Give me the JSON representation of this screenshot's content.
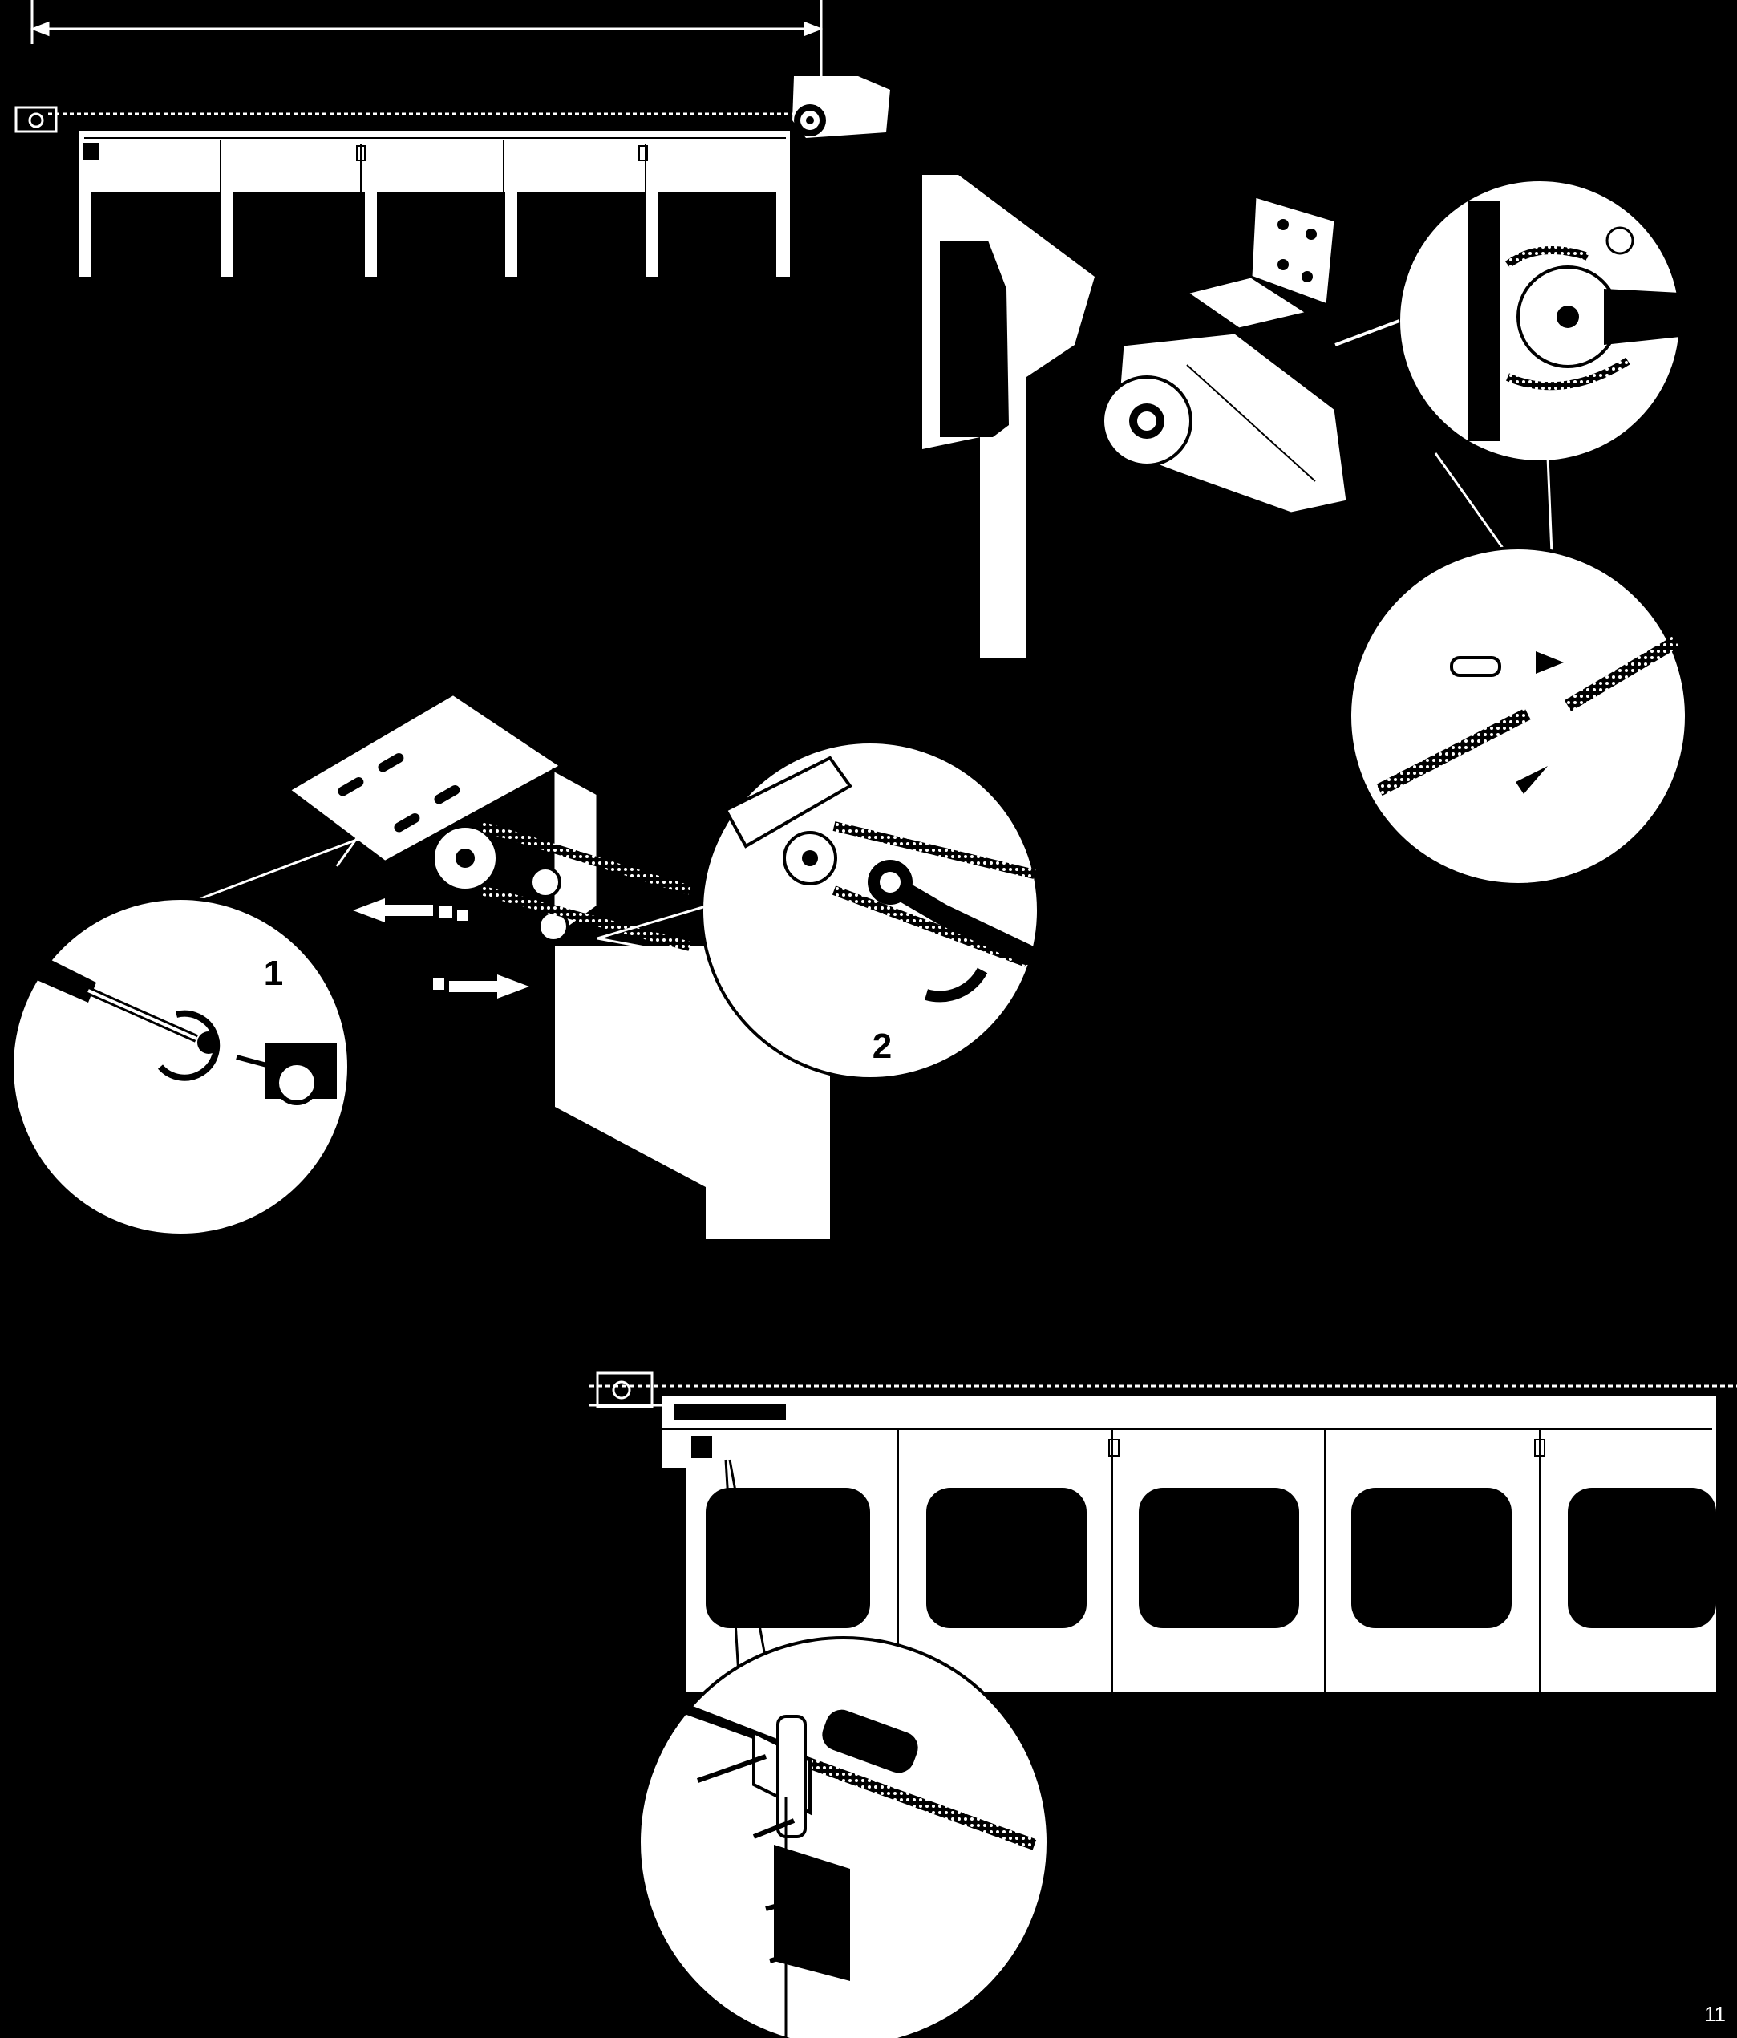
{
  "page": {
    "number": "11"
  },
  "steps": {
    "loosen": "1",
    "tighten": "2"
  },
  "colors": {
    "background": "#000000",
    "line_art": "#ffffff"
  },
  "figures": [
    {
      "id": "top-door-overview",
      "icons": [
        "dimension-arrow-icon",
        "motor-unit-icon",
        "chain-rail-icon"
      ]
    },
    {
      "id": "motor-mount-detail",
      "icons": [
        "mounting-bracket-icon",
        "sprocket-chain-icon",
        "chain-connecting-link-icon",
        "direction-arrows-icon"
      ]
    },
    {
      "id": "chain-tension-adjustment",
      "icons": [
        "screwdriver-icon",
        "rotate-arrow-icon",
        "wrench-icon",
        "slide-arrows-icon"
      ]
    },
    {
      "id": "bottom-door-overview",
      "icons": [
        "door-bracket-icon",
        "hinge-bolts-icon"
      ]
    }
  ]
}
